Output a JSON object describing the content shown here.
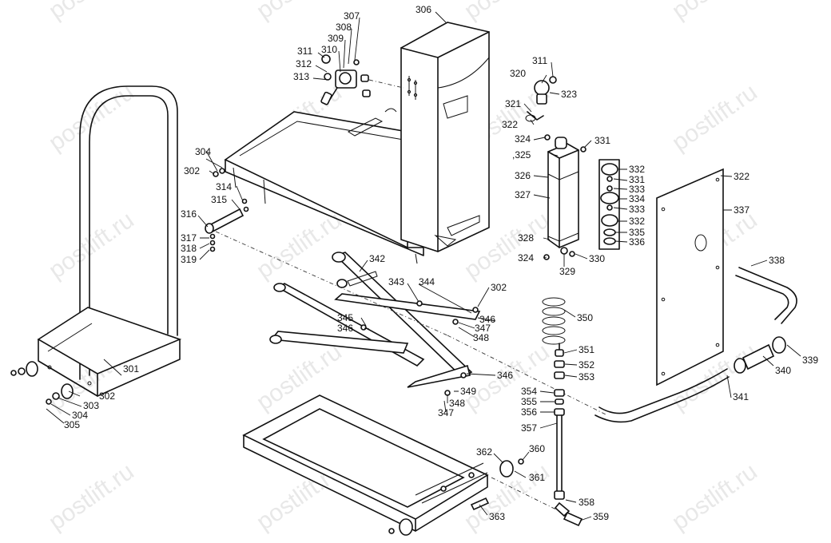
{
  "watermark": "postlift.ru",
  "colors": {
    "line": "#111111",
    "background": "#ffffff",
    "watermark": "#d6d6d6"
  },
  "parts": [
    {
      "id": "p306",
      "text": "306"
    },
    {
      "id": "p307",
      "text": "307"
    },
    {
      "id": "p308",
      "text": "308"
    },
    {
      "id": "p309",
      "text": "309"
    },
    {
      "id": "p310",
      "text": "310"
    },
    {
      "id": "p311a",
      "text": "311"
    },
    {
      "id": "p312",
      "text": "312"
    },
    {
      "id": "p313",
      "text": "313"
    },
    {
      "id": "p311b",
      "text": "311"
    },
    {
      "id": "p320",
      "text": "320"
    },
    {
      "id": "p323",
      "text": "323"
    },
    {
      "id": "p321",
      "text": "321"
    },
    {
      "id": "p322a",
      "text": "322"
    },
    {
      "id": "p324a",
      "text": "324"
    },
    {
      "id": "p331a",
      "text": "331"
    },
    {
      "id": "p325",
      "text": ",325"
    },
    {
      "id": "p326",
      "text": "326"
    },
    {
      "id": "p327",
      "text": "327"
    },
    {
      "id": "p328",
      "text": "328"
    },
    {
      "id": "p324b",
      "text": "324"
    },
    {
      "id": "p329",
      "text": "329"
    },
    {
      "id": "p330",
      "text": "330"
    },
    {
      "id": "p332a",
      "text": "332"
    },
    {
      "id": "p331b",
      "text": "331"
    },
    {
      "id": "p333a",
      "text": "333"
    },
    {
      "id": "p334",
      "text": "334"
    },
    {
      "id": "p333b",
      "text": "333"
    },
    {
      "id": "p332b",
      "text": "332"
    },
    {
      "id": "p335",
      "text": "335"
    },
    {
      "id": "p336",
      "text": "336"
    },
    {
      "id": "p322b",
      "text": "322"
    },
    {
      "id": "p337",
      "text": "337"
    },
    {
      "id": "p338",
      "text": "338"
    },
    {
      "id": "p304a",
      "text": "304"
    },
    {
      "id": "p302a",
      "text": "302"
    },
    {
      "id": "p314",
      "text": "314"
    },
    {
      "id": "p315",
      "text": "315"
    },
    {
      "id": "p316",
      "text": "316"
    },
    {
      "id": "p317",
      "text": "317"
    },
    {
      "id": "p318",
      "text": "318"
    },
    {
      "id": "p319",
      "text": "319"
    },
    {
      "id": "p342",
      "text": "342"
    },
    {
      "id": "p343",
      "text": "343"
    },
    {
      "id": "p344",
      "text": "344"
    },
    {
      "id": "p302b",
      "text": "302"
    },
    {
      "id": "p345",
      "text": "345"
    },
    {
      "id": "p346a",
      "text": "346"
    },
    {
      "id": "p346b",
      "text": "346"
    },
    {
      "id": "p347a",
      "text": "347"
    },
    {
      "id": "p348a",
      "text": "348"
    },
    {
      "id": "p346c",
      "text": "346"
    },
    {
      "id": "p349",
      "text": "349"
    },
    {
      "id": "p348b",
      "text": "348"
    },
    {
      "id": "p347b",
      "text": "347"
    },
    {
      "id": "p350",
      "text": "350"
    },
    {
      "id": "p351",
      "text": "351"
    },
    {
      "id": "p352",
      "text": "352"
    },
    {
      "id": "p353",
      "text": "353"
    },
    {
      "id": "p354",
      "text": "354"
    },
    {
      "id": "p355",
      "text": "355"
    },
    {
      "id": "p356",
      "text": "356"
    },
    {
      "id": "p357",
      "text": "357"
    },
    {
      "id": "p339",
      "text": "339"
    },
    {
      "id": "p340",
      "text": "340"
    },
    {
      "id": "p341",
      "text": "341"
    },
    {
      "id": "p301",
      "text": "301"
    },
    {
      "id": "p302c",
      "text": "302"
    },
    {
      "id": "p303",
      "text": "303"
    },
    {
      "id": "p304b",
      "text": "304"
    },
    {
      "id": "p305",
      "text": "305"
    },
    {
      "id": "p362",
      "text": "362"
    },
    {
      "id": "p360",
      "text": "360"
    },
    {
      "id": "p361",
      "text": "361"
    },
    {
      "id": "p358",
      "text": "358"
    },
    {
      "id": "p359",
      "text": "359"
    },
    {
      "id": "p363",
      "text": "363"
    }
  ]
}
